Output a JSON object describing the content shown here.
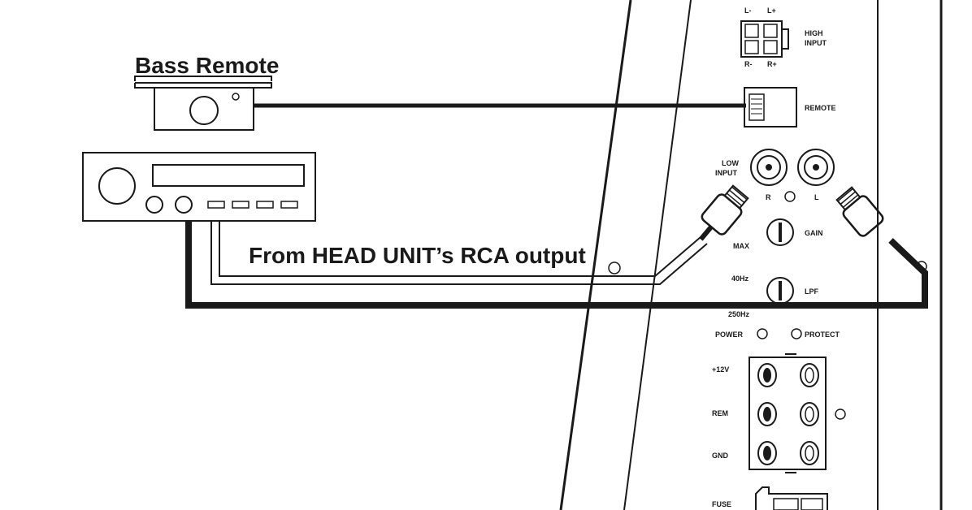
{
  "labels": {
    "bass_remote": "Bass Remote",
    "from_head_unit": "From HEAD UNIT’s RCA output",
    "high_l_minus": "L-",
    "high_l_plus": "L+",
    "high_r_minus": "R-",
    "high_r_plus": "R+",
    "high_input_line1": "HIGH",
    "high_input_line2": "INPUT",
    "remote": "REMOTE",
    "low_input_line1": "LOW",
    "low_input_line2": "INPUT",
    "rca_r": "R",
    "rca_l": "L",
    "max": "MAX",
    "gain": "GAIN",
    "freq_40": "40Hz",
    "lpf": "LPF",
    "freq_250": "250Hz",
    "power": "POWER",
    "protect": "PROTECT",
    "term_12v": "+12V",
    "term_rem": "REM",
    "term_gnd": "GND",
    "fuse": "FUSE"
  },
  "colors": {
    "ink": "#1a1a1a",
    "background": "#ffffff"
  }
}
